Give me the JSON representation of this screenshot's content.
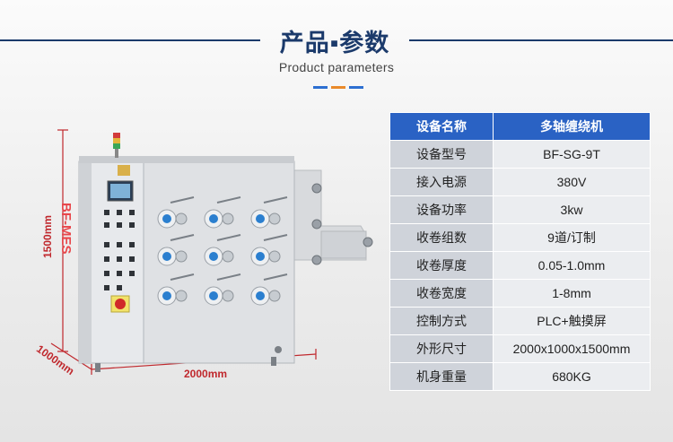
{
  "header": {
    "title": "产品▪参数",
    "subtitle": "Product parameters"
  },
  "machine": {
    "model_label": "BF-MES",
    "dim_height": "1500mm",
    "dim_depth": "1000mm",
    "dim_width": "2000mm"
  },
  "specs": {
    "headers": [
      "设备名称",
      "多轴缠绕机"
    ],
    "rows": [
      {
        "label": "设备型号",
        "value": "BF-SG-9T"
      },
      {
        "label": "接入电源",
        "value": "380V"
      },
      {
        "label": "设备功率",
        "value": "3kw"
      },
      {
        "label": "收卷组数",
        "value": "9道/订制"
      },
      {
        "label": "收卷厚度",
        "value": "0.05-1.0mm"
      },
      {
        "label": "收卷宽度",
        "value": "1-8mm"
      },
      {
        "label": "控制方式",
        "value": "PLC+触摸屏"
      },
      {
        "label": "外形尺寸",
        "value": "2000x1000x1500mm"
      },
      {
        "label": "机身重量",
        "value": "680KG"
      }
    ]
  },
  "colors": {
    "header_dark_blue": "#1b3a6b",
    "accent_blue": "#2d6fd1",
    "accent_orange": "#e98a2b",
    "table_header": "#2a62c4",
    "dimension_red": "#c0282d"
  }
}
